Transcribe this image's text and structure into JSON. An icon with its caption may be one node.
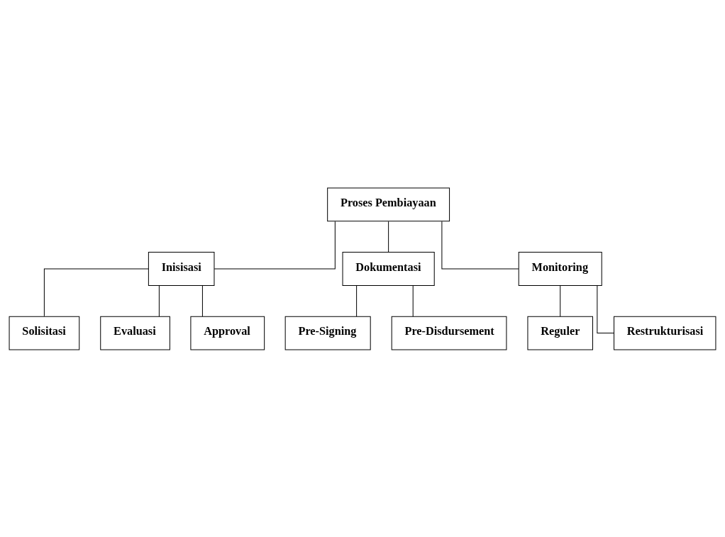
{
  "diagram": {
    "nodes": [
      {
        "text": [
          "Proses Pembiayaan"
        ]
      },
      {
        "text": [
          "Inisisasi"
        ]
      },
      {
        "text": [
          "Dokumentasi"
        ]
      },
      {
        "text": [
          "Monitoring"
        ]
      },
      {
        "text": [
          "Solisitasi"
        ]
      },
      {
        "text": [
          "Evaluasi"
        ]
      },
      {
        "text": [
          "Approval"
        ]
      },
      {
        "text": [
          "Pre-Signing"
        ]
      },
      {
        "text": [
          "Pre-Disdursement"
        ]
      },
      {
        "text": [
          "Reguler"
        ]
      },
      {
        "text": [
          "Restrukturisasi"
        ]
      }
    ],
    "edges": [
      {
        "from": 0,
        "to": 1,
        "arrow": "none"
      },
      {
        "from": 0,
        "to": 2,
        "arrow": "none"
      },
      {
        "from": 0,
        "to": 3,
        "arrow": "none"
      },
      {
        "from": 1,
        "to": 4,
        "arrow": "none"
      },
      {
        "from": 1,
        "to": 5,
        "arrow": "none"
      },
      {
        "from": 1,
        "to": 6,
        "arrow": "none"
      },
      {
        "from": 2,
        "to": 7,
        "arrow": "none"
      },
      {
        "from": 2,
        "to": 8,
        "arrow": "none"
      },
      {
        "from": 3,
        "to": 9,
        "arrow": "none"
      },
      {
        "from": 3,
        "to": 10,
        "arrow": "none"
      }
    ]
  }
}
